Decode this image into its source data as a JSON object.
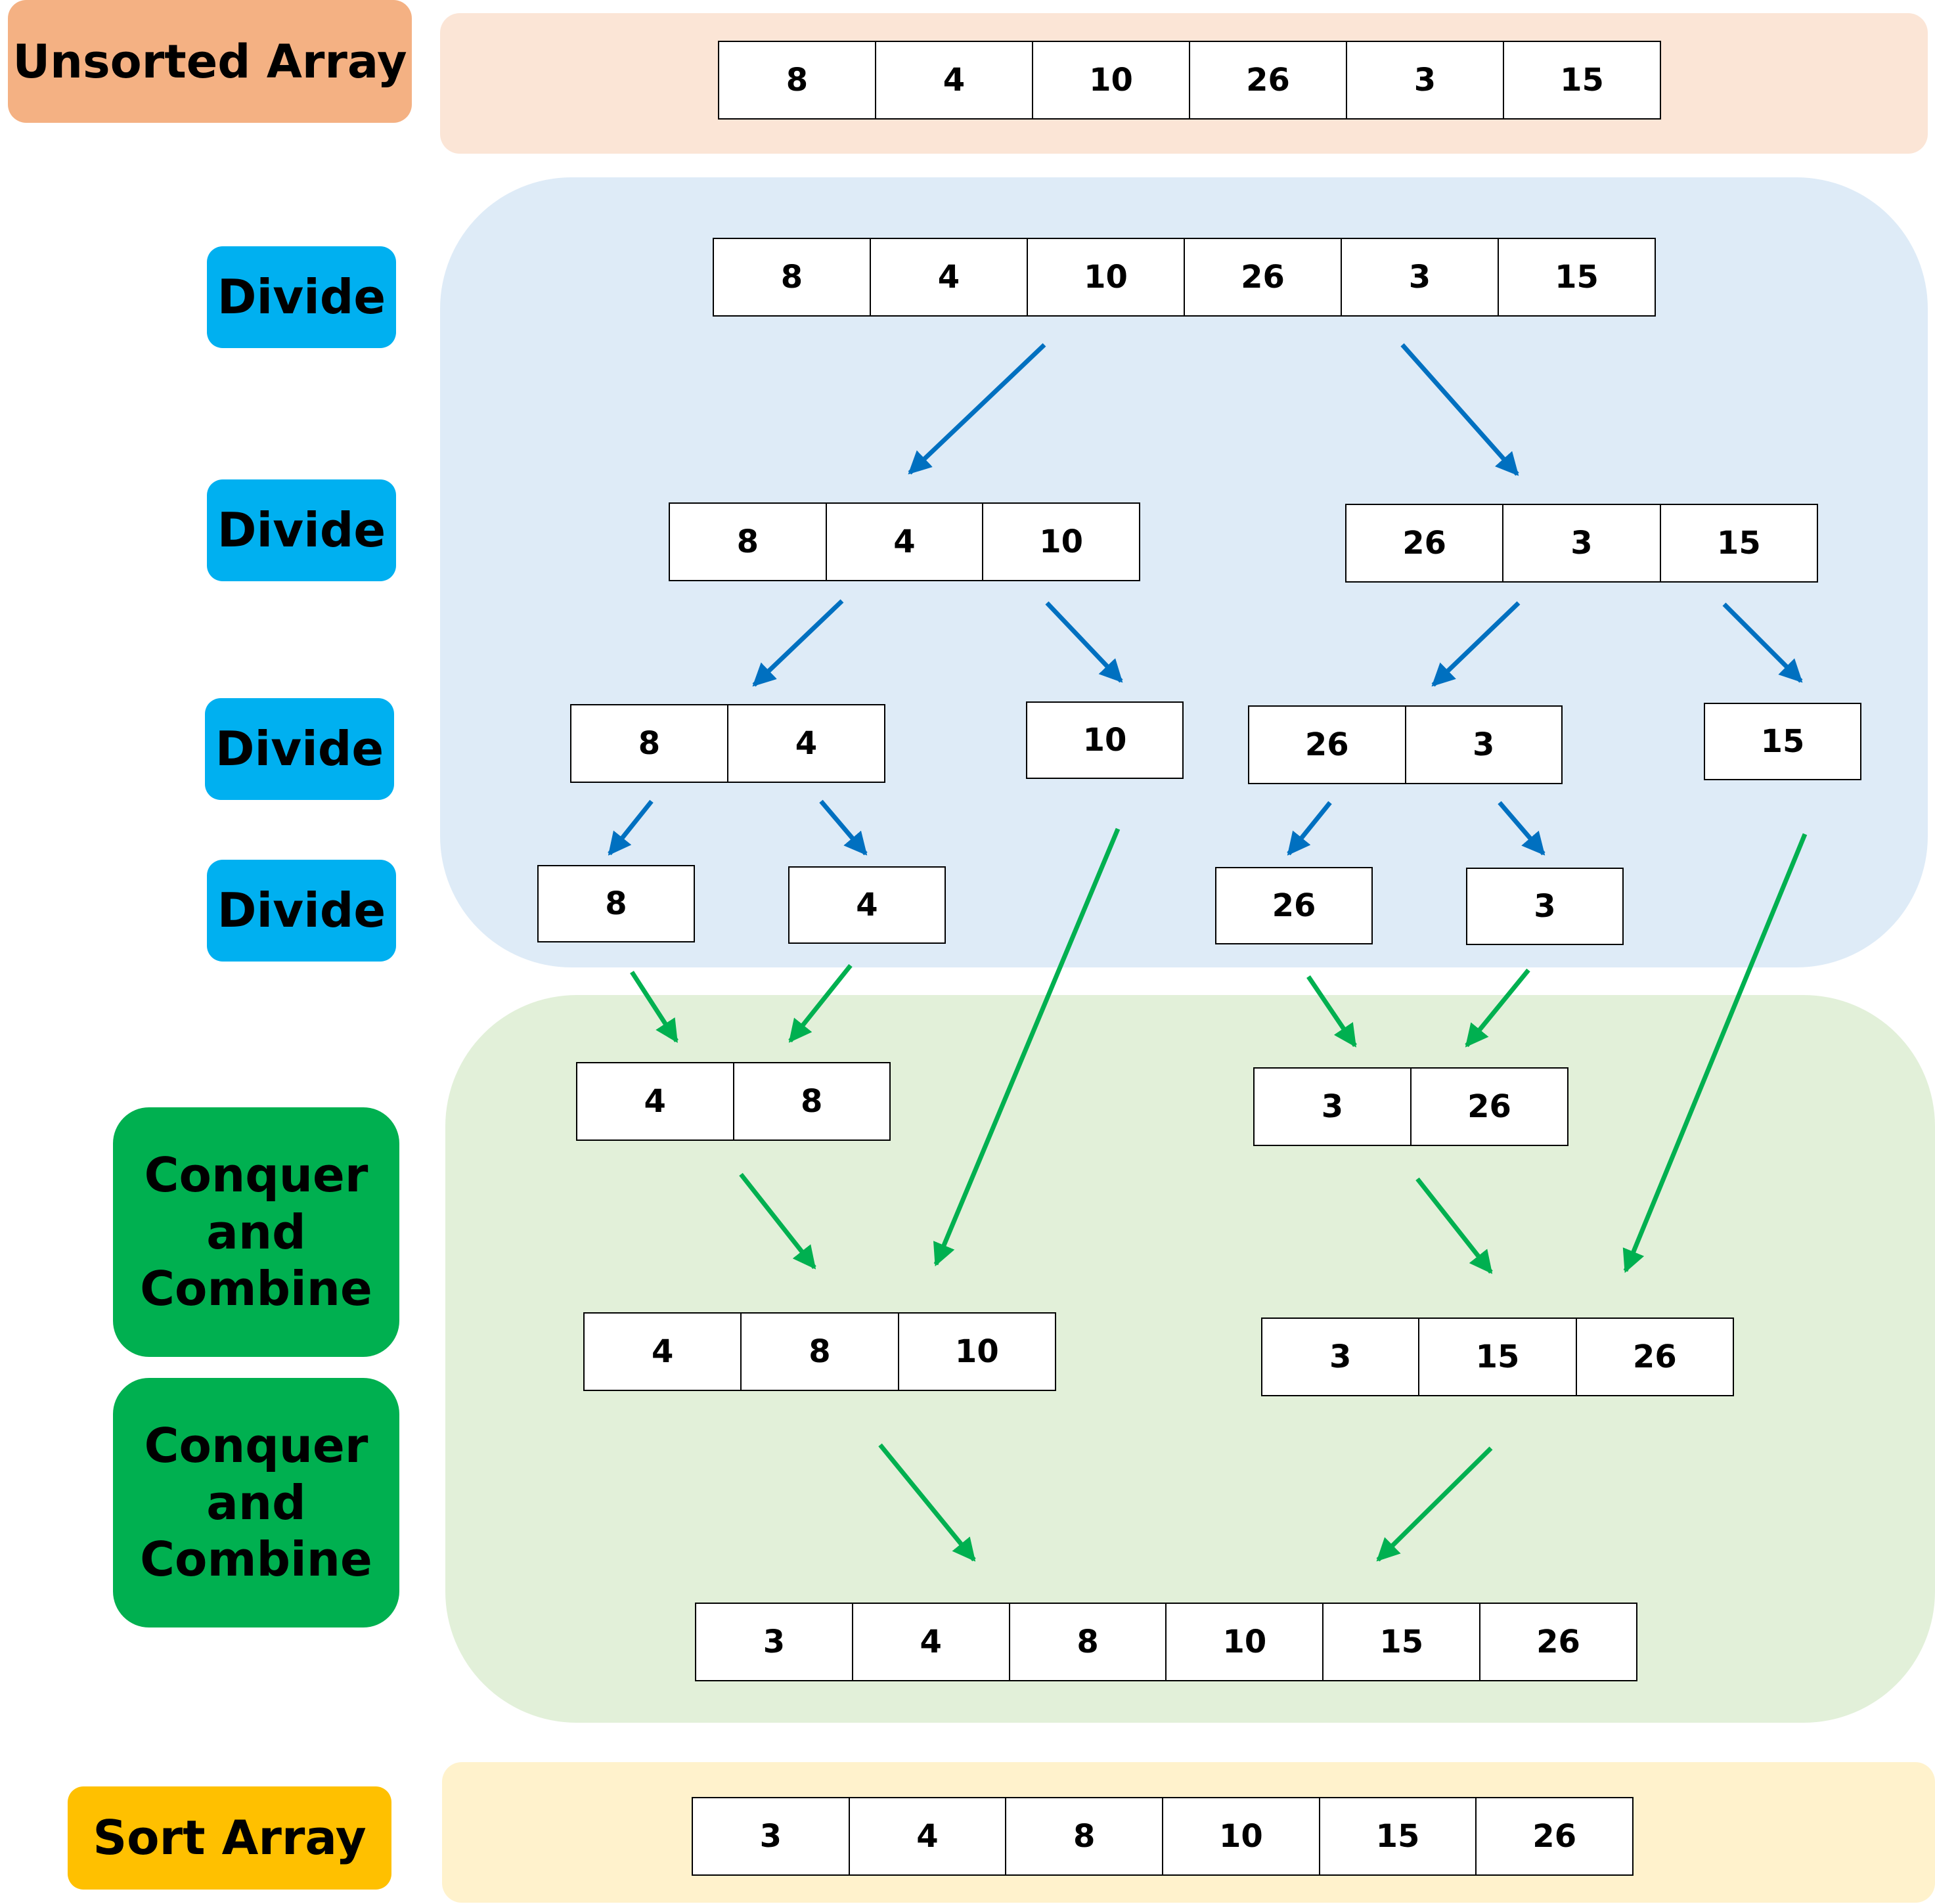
{
  "colors": {
    "unsorted_panel": "#FBE5D6",
    "unsorted_label": "#F4B183",
    "divide_panel": "#DEEBF7",
    "divide_label": "#00B0F0",
    "conquer_panel": "#E2F0D9",
    "conquer_label": "#00B050",
    "sorted_panel": "#FFF2CC",
    "sorted_label": "#FFC000",
    "blue_arrow": "#0070C0",
    "green_arrow": "#00B050"
  },
  "labels": {
    "unsorted": "Unsorted Array",
    "divide_1": "Divide",
    "divide_2": "Divide",
    "divide_3": "Divide",
    "divide_4": "Divide",
    "conquer_1": "Conquer and Combine",
    "conquer_2": "Conquer and Combine",
    "sorted": "Sort Array"
  },
  "arrays": {
    "unsorted": [
      "8",
      "4",
      "10",
      "26",
      "3",
      "15"
    ],
    "level0": [
      "8",
      "4",
      "10",
      "26",
      "3",
      "15"
    ],
    "level1_left": [
      "8",
      "4",
      "10"
    ],
    "level1_right": [
      "26",
      "3",
      "15"
    ],
    "level2_a": [
      "8",
      "4"
    ],
    "level2_b": [
      "10"
    ],
    "level2_c": [
      "26",
      "3"
    ],
    "level2_d": [
      "15"
    ],
    "level3_a": [
      "8"
    ],
    "level3_b": [
      "4"
    ],
    "level3_c": [
      "26"
    ],
    "level3_d": [
      "3"
    ],
    "merge1_left": [
      "4",
      "8"
    ],
    "merge1_right": [
      "3",
      "26"
    ],
    "merge2_left": [
      "4",
      "8",
      "10"
    ],
    "merge2_right": [
      "3",
      "15",
      "26"
    ],
    "merge3": [
      "3",
      "4",
      "8",
      "10",
      "15",
      "26"
    ],
    "sorted": [
      "3",
      "4",
      "8",
      "10",
      "15",
      "26"
    ]
  }
}
